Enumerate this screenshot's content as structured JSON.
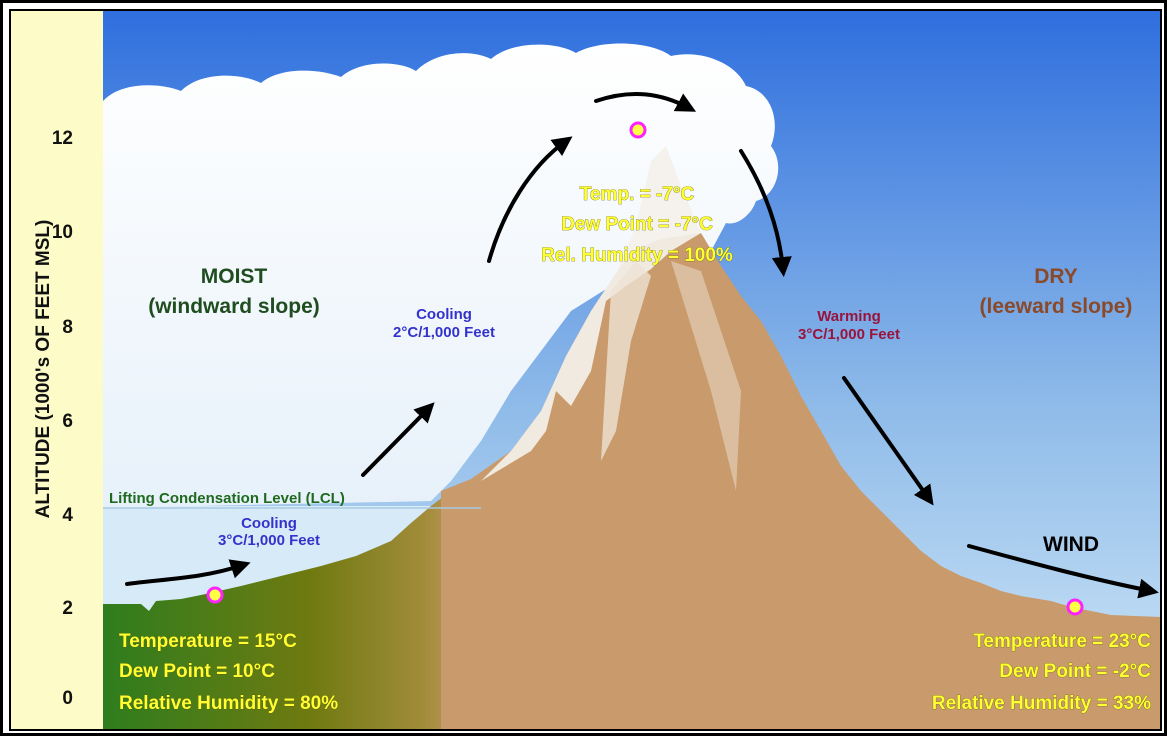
{
  "y_axis": {
    "label": "ALTITUDE  (1000's OF FEET MSL)",
    "ticks": [
      "0",
      "2",
      "4",
      "6",
      "8",
      "10",
      "12"
    ]
  },
  "windward": {
    "title": "MOIST",
    "subtitle": "(windward slope)",
    "lcl_label": "Lifting Condensation Level (LCL)",
    "cooling_low": {
      "line1": "Cooling",
      "line2": "3°C/1,000 Feet"
    },
    "cooling_high": {
      "line1": "Cooling",
      "line2": "2°C/1,000 Feet"
    },
    "conditions": [
      "Temperature = 15°C",
      "Dew Point = 10°C",
      "Relative Humidity = 80%"
    ]
  },
  "summit": {
    "conditions": [
      "Temp. = -7°C",
      "Dew Point = -7°C",
      "Rel. Humidity = 100%"
    ]
  },
  "leeward": {
    "title": "DRY",
    "subtitle": "(leeward slope)",
    "warming": {
      "line1": "Warming",
      "line2": "3°C/1,000 Feet"
    },
    "wind_label": "WIND",
    "conditions": [
      "Temperature = 23°C",
      "Dew Point = -2°C",
      "Relative Humidity = 33%"
    ]
  },
  "colors": {
    "sky_top": "#2f6fde",
    "sky_bottom": "#cfe7f7",
    "mountain": "#c99a6b",
    "windward_green": "#2e7d1e",
    "axis_strip": "#fdfcc8",
    "marker_ring": "#ff22ff",
    "marker_fill": "#ffff44",
    "condition_text": "#ffff33",
    "cooling_text": "#3333cc",
    "warming_text": "#99143c",
    "lcl_text": "#1f6a1f"
  }
}
